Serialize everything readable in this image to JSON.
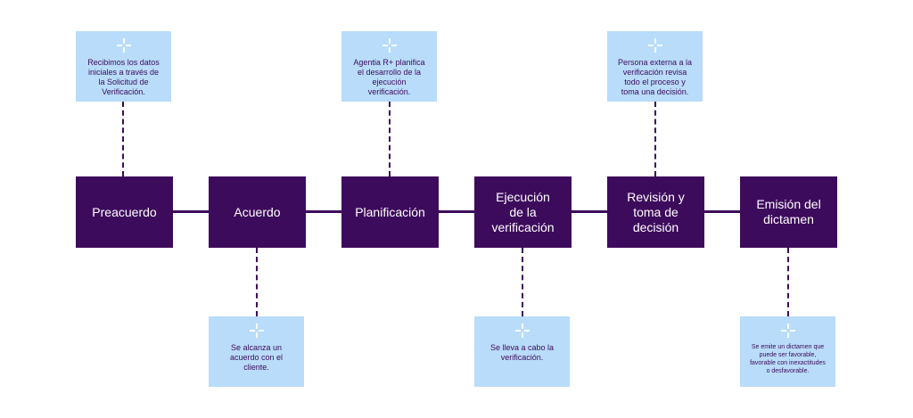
{
  "colors": {
    "step_fill": "#3d0b5c",
    "step_text": "#ffffff",
    "note_fill": "#b8dcfa",
    "note_text": "#3d0b5c",
    "connector": "#3d0b5c"
  },
  "steps": [
    {
      "label": "Preacuerdo"
    },
    {
      "label": "Acuerdo"
    },
    {
      "label": "Planificación"
    },
    {
      "label": "Ejecución\nde la\nverificación"
    },
    {
      "label": "Revisión y\ntoma de\ndecisión"
    },
    {
      "label": "Emisión del\ndictamen"
    }
  ],
  "notes": [
    {
      "step": "Preacuerdo",
      "position": "top",
      "icon": "sparkle-cross-icon",
      "text": "Recibimos los datos\niniciales a través de\nla Solicitud de\nVerificación."
    },
    {
      "step": "Acuerdo",
      "position": "bottom",
      "icon": "sparkle-cross-icon",
      "text": "Se alcanza un\nacuerdo con el\ncliente."
    },
    {
      "step": "Planificación",
      "position": "top",
      "icon": "sparkle-cross-icon",
      "text": "Agentia R+ planifica\nel desarrollo de la\nejecución\nverificación."
    },
    {
      "step": "Ejecución de la verificación",
      "position": "bottom",
      "icon": "sparkle-cross-icon",
      "text": "Se lleva a cabo la\nverificación."
    },
    {
      "step": "Revisión y toma de decisión",
      "position": "top",
      "icon": "sparkle-cross-icon",
      "text": "Persona externa a la\nverificación revisa\ntodo el proceso y\ntoma una decisión."
    },
    {
      "step": "Emisión del dictamen",
      "position": "bottom",
      "icon": "sparkle-cross-icon",
      "text": "Se emite un dictamen que\npuede ser favorable,\nfavorable con inexactitudes\no desfavorable."
    }
  ]
}
